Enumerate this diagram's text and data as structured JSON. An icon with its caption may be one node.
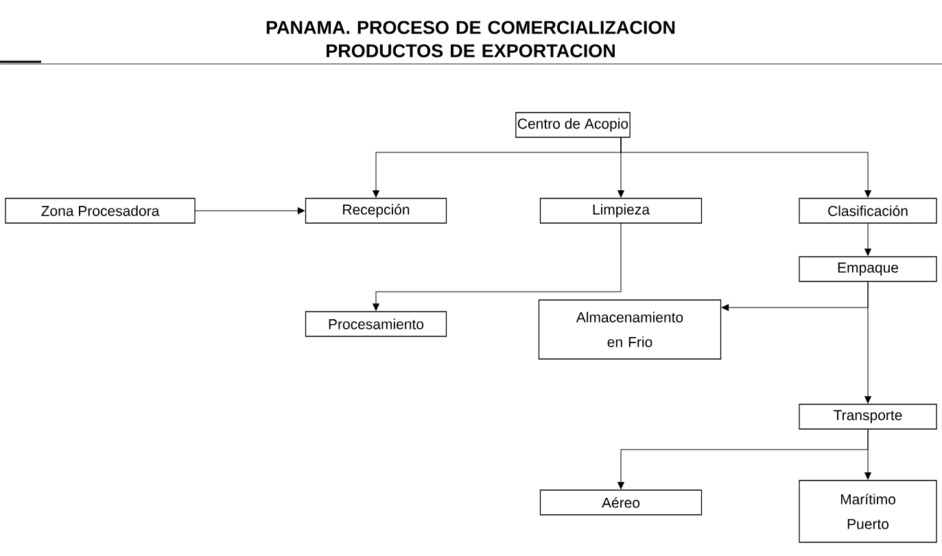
{
  "diagram": {
    "title": "PANAMA. PROCESO DE COMERCIALIZACION PRODUCTOS DE EXPORTACION",
    "nodes": [
      {
        "text": [
          "Centro de Acopio"
        ]
      },
      {
        "text": [
          "Zona Procesadora"
        ]
      },
      {
        "text": [
          "Recepción"
        ]
      },
      {
        "text": [
          "Limpieza"
        ]
      },
      {
        "text": [
          "Clasificación"
        ]
      },
      {
        "text": [
          "Empaque"
        ]
      },
      {
        "text": [
          "Procesamiento"
        ]
      },
      {
        "text": [
          "Almacenamiento en Frio"
        ]
      },
      {
        "text": [
          "Transporte"
        ]
      },
      {
        "text": [
          "Aéreo"
        ]
      },
      {
        "text": [
          "Marítimo Puerto"
        ]
      }
    ],
    "edges": [
      {
        "from": 0,
        "to": 2,
        "arrow": "to"
      },
      {
        "from": 0,
        "to": 3,
        "arrow": "to"
      },
      {
        "from": 0,
        "to": 4,
        "arrow": "to"
      },
      {
        "from": 1,
        "to": 2,
        "arrow": "to"
      },
      {
        "from": 3,
        "to": 6,
        "arrow": "to"
      },
      {
        "from": 4,
        "to": 5,
        "arrow": "to"
      },
      {
        "from": 5,
        "to": 7,
        "arrow": "to"
      },
      {
        "from": 5,
        "to": 8,
        "arrow": "to"
      },
      {
        "from": 8,
        "to": 9,
        "arrow": "to"
      },
      {
        "from": 8,
        "to": 10,
        "arrow": "to"
      }
    ]
  }
}
